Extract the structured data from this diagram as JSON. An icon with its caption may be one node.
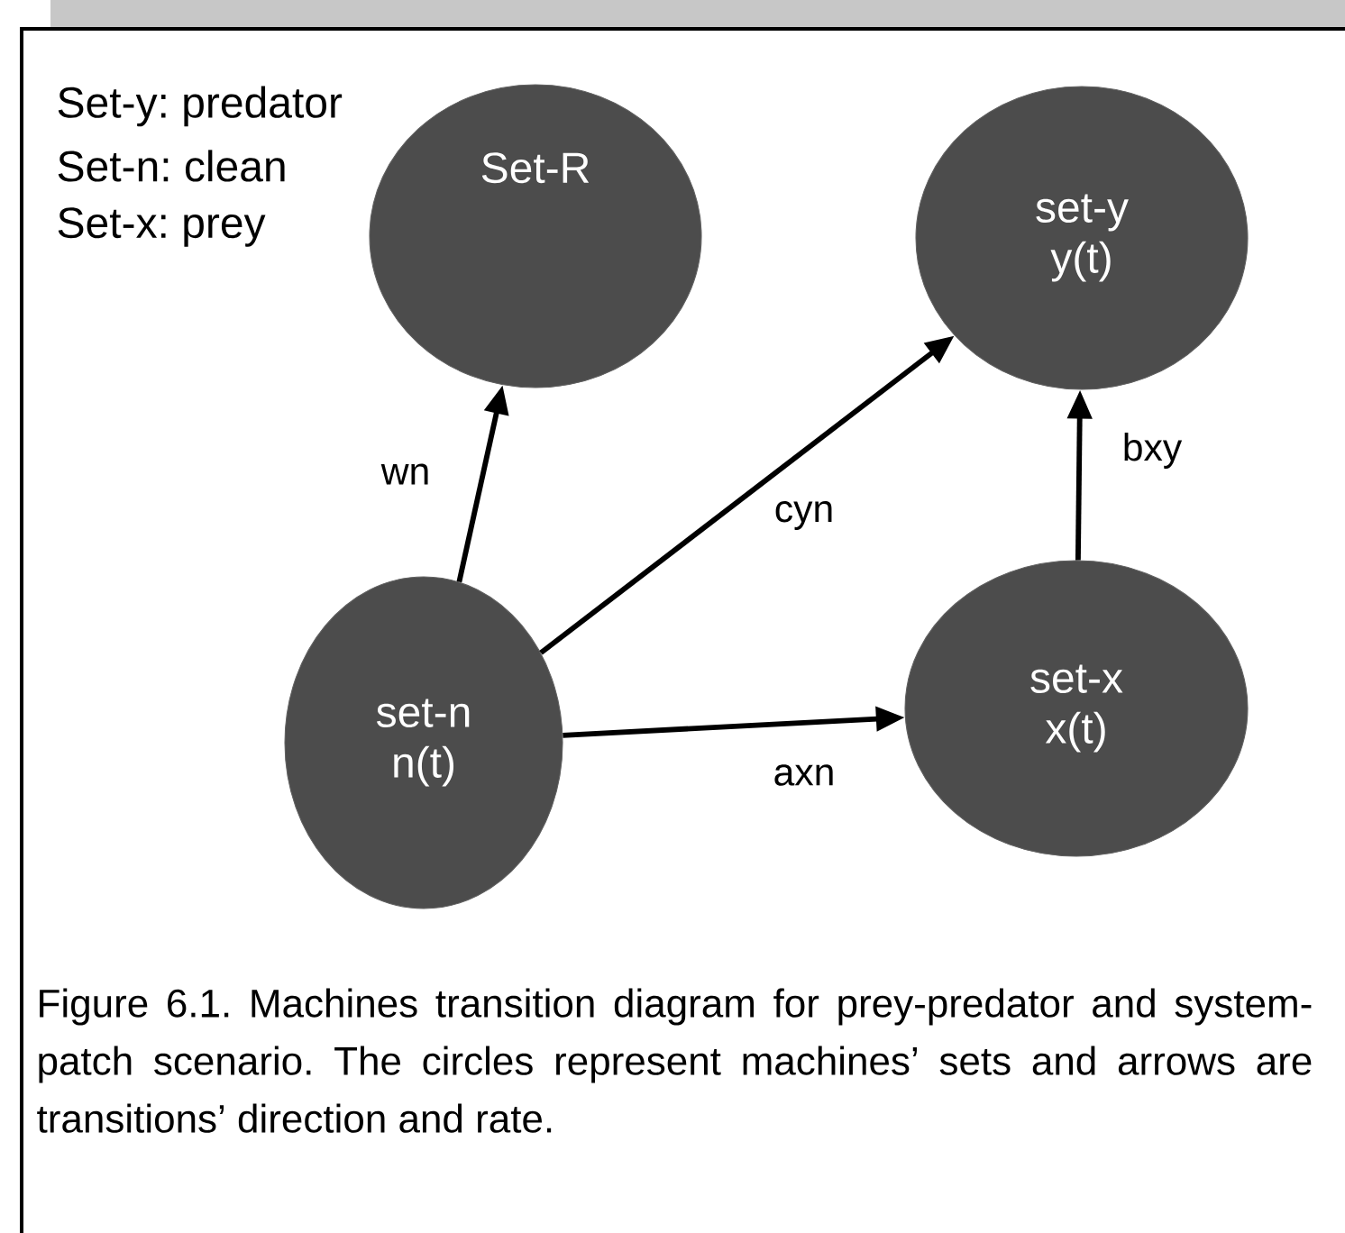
{
  "diagram": {
    "caption": "Figure 6.1. Machines transition diagram for prey-predator and system-patch scenario. The circles represent machines’ sets and arrows are transitions’ direction and rate.",
    "nodes": [
      {
        "text": [
          "Set-R"
        ]
      },
      {
        "text": [
          "set-y y(t)"
        ]
      },
      {
        "text": [
          "set-n n(t)"
        ]
      },
      {
        "text": [
          "set-x x(t)"
        ]
      }
    ],
    "edges": [
      {
        "from": 2,
        "to": 0,
        "arrow": "to",
        "label": "wn"
      },
      {
        "from": 2,
        "to": 1,
        "arrow": "to",
        "label": "cyn"
      },
      {
        "from": 2,
        "to": 3,
        "arrow": "to",
        "label": "axn"
      },
      {
        "from": 3,
        "to": 1,
        "arrow": "to",
        "label": "bxy"
      }
    ],
    "labels": [
      "Set-y: predator",
      "Set-n: clean",
      "Set-x: prey"
    ]
  }
}
